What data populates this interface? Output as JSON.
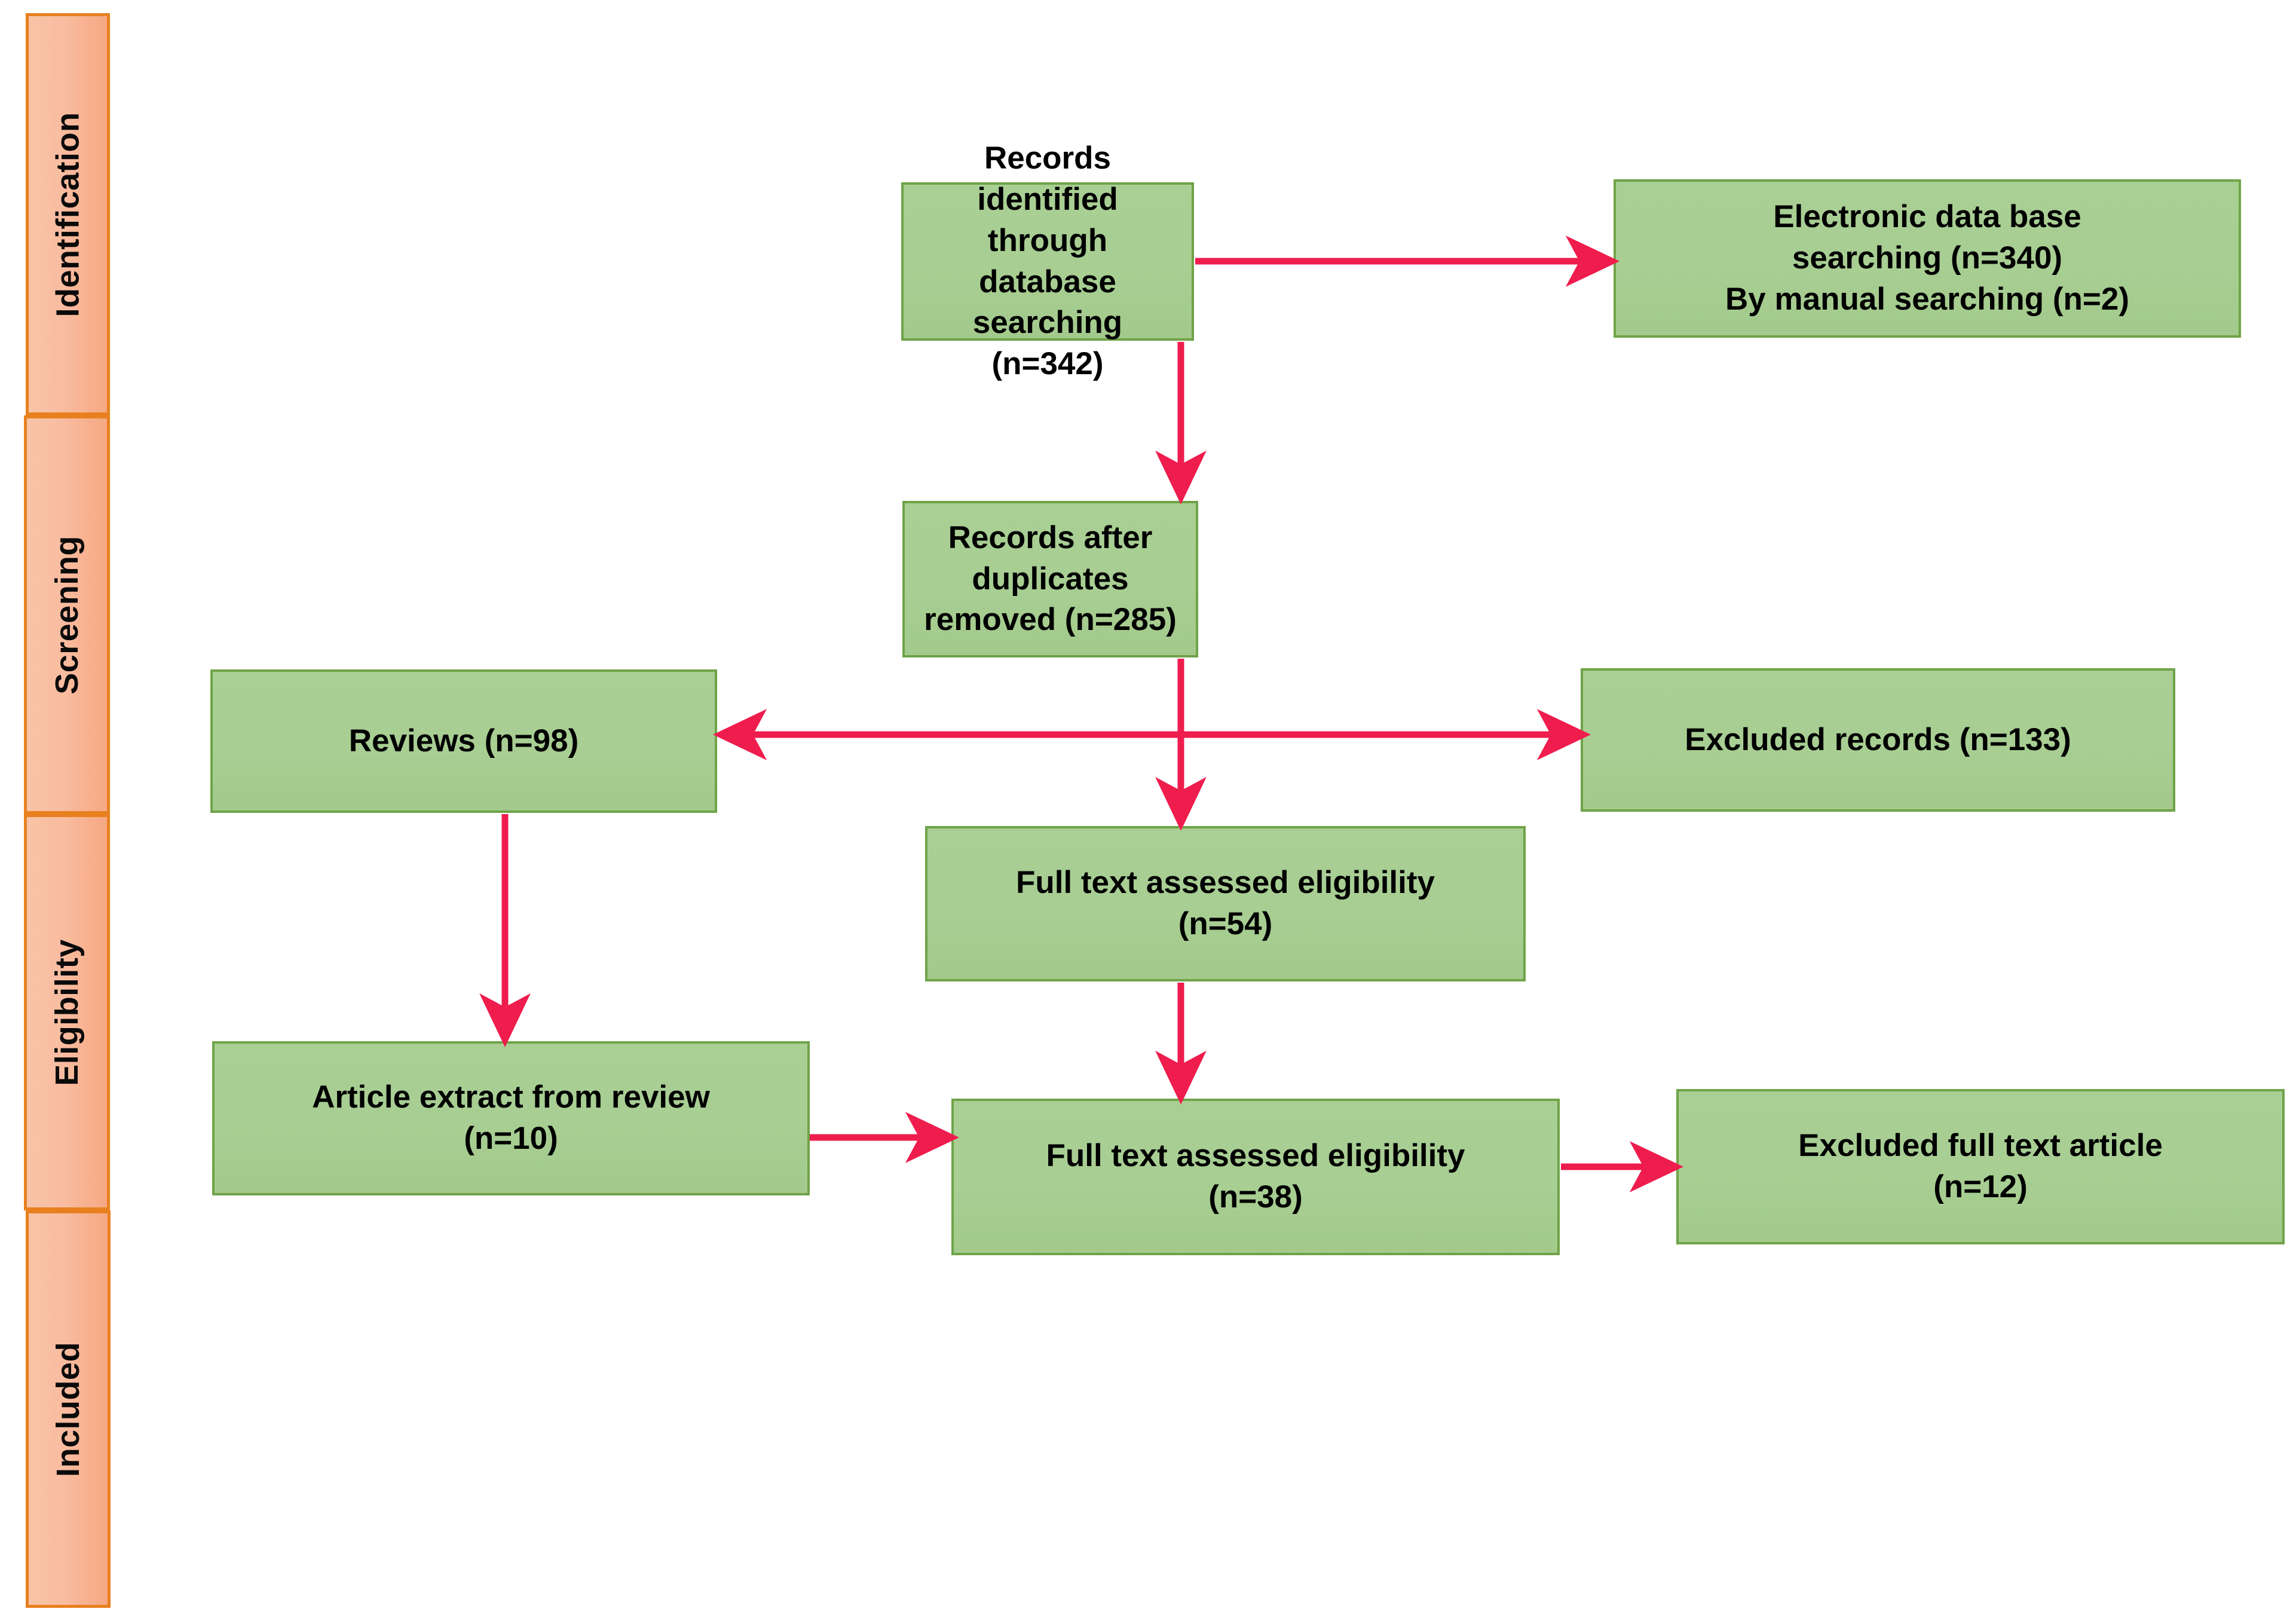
{
  "diagram": {
    "title": "PRISMA study selection flow diagram",
    "accent_arrow_color": "#ef1c4e",
    "box_fill_color": "#a8ce93",
    "box_border_color": "#6fa348",
    "stage_fill_color": "#f7bda0",
    "stage_border_color": "#e8801f"
  },
  "stages": [
    {
      "id": "identification",
      "label": "Identification"
    },
    {
      "id": "screening",
      "label": "Screening"
    },
    {
      "id": "eligibility",
      "label": "Eligibility"
    },
    {
      "id": "included",
      "label": "Included"
    }
  ],
  "boxes": {
    "records_identified": {
      "label": "Records identified through\ndatabase searching (n=342)",
      "count": 342
    },
    "electronic_database": {
      "label": "Electronic data base\nsearching (n=340)\nBy manual searching (n=2)",
      "count_database": 340,
      "count_manual": 2
    },
    "records_after_duplicates": {
      "label": "Records after duplicates\nremoved (n=285)",
      "count": 285
    },
    "reviews": {
      "label": "Reviews (n=98)",
      "count": 98
    },
    "excluded_records": {
      "label": "Excluded records (n=133)",
      "count": 133
    },
    "fulltext_eligibility_54": {
      "label": "Full text assessed eligibility\n(n=54)",
      "count": 54
    },
    "article_extract_review": {
      "label": "Article extract from review\n(n=10)",
      "count": 10
    },
    "fulltext_eligibility_38": {
      "label": "Full text assessed eligibility\n(n=38)",
      "count": 38
    },
    "excluded_fulltext": {
      "label": "Excluded full text article\n(n=12)",
      "count": 12
    }
  },
  "connectors": [
    {
      "id": "identified-to-electronic",
      "from": "records_identified",
      "to": "electronic_database",
      "kind": "arrow-right"
    },
    {
      "id": "identified-to-duplicates",
      "from": "records_identified",
      "to": "records_after_duplicates",
      "kind": "arrow-down"
    },
    {
      "id": "duplicates-to-reviews-excluded",
      "from": "records_after_duplicates",
      "to": "reviews / excluded_records",
      "kind": "double-arrow-horizontal"
    },
    {
      "id": "duplicates-to-fulltext54",
      "from": "records_after_duplicates",
      "to": "fulltext_eligibility_54",
      "kind": "arrow-down"
    },
    {
      "id": "reviews-to-article-extract",
      "from": "reviews",
      "to": "article_extract_review",
      "kind": "arrow-down"
    },
    {
      "id": "fulltext54-to-fulltext38",
      "from": "fulltext_eligibility_54",
      "to": "fulltext_eligibility_38",
      "kind": "arrow-down"
    },
    {
      "id": "article-extract-to-fulltext38",
      "from": "article_extract_review",
      "to": "fulltext_eligibility_38",
      "kind": "arrow-right"
    },
    {
      "id": "fulltext38-to-excluded",
      "from": "fulltext_eligibility_38",
      "to": "excluded_fulltext",
      "kind": "arrow-right"
    }
  ]
}
